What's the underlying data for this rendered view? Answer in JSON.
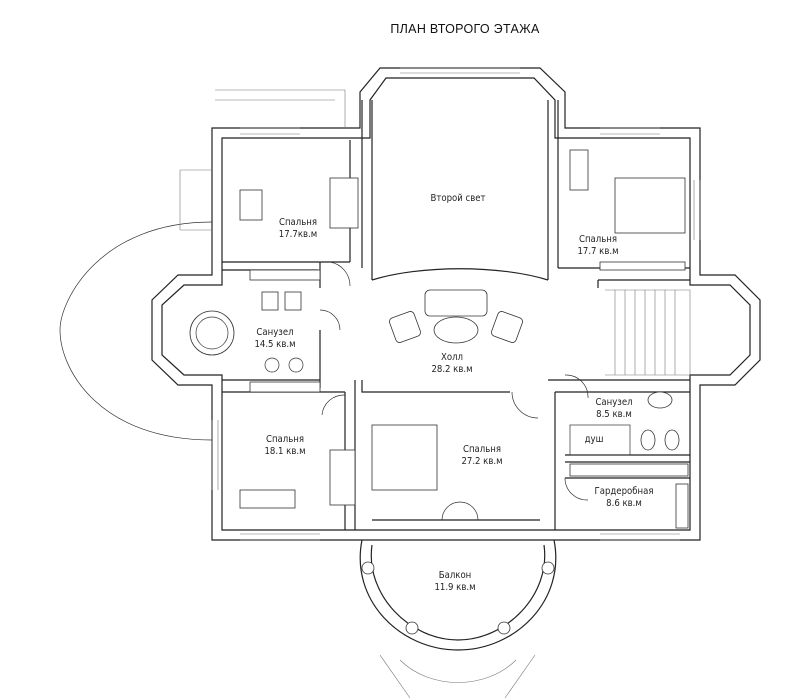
{
  "plan_title": "ПЛАН ВТОРОГО ЭТАЖА",
  "rooms": {
    "bedroom_nw": {
      "name": "Спальня",
      "area": "17.7кв.м"
    },
    "second_light": {
      "name": "Второй свет"
    },
    "bedroom_ne": {
      "name": "Спальня",
      "area": "17.7 кв.м"
    },
    "bathroom_w": {
      "name": "Санузел",
      "area": "14.5 кв.м"
    },
    "hall": {
      "name": "Холл",
      "area": "28.2 кв.м"
    },
    "bathroom_e": {
      "name": "Санузел",
      "area": "8.5 кв.м"
    },
    "shower": {
      "name": "душ"
    },
    "bedroom_sw": {
      "name": "Спальня",
      "area": "18.1 кв.м"
    },
    "bedroom_master": {
      "name": "Спальня",
      "area": "27.2 кв.м"
    },
    "wardrobe": {
      "name": "Гардеробная",
      "area": "8.6 кв.м"
    },
    "balcony": {
      "name": "Балкон",
      "area": "11.9 кв.м"
    }
  }
}
